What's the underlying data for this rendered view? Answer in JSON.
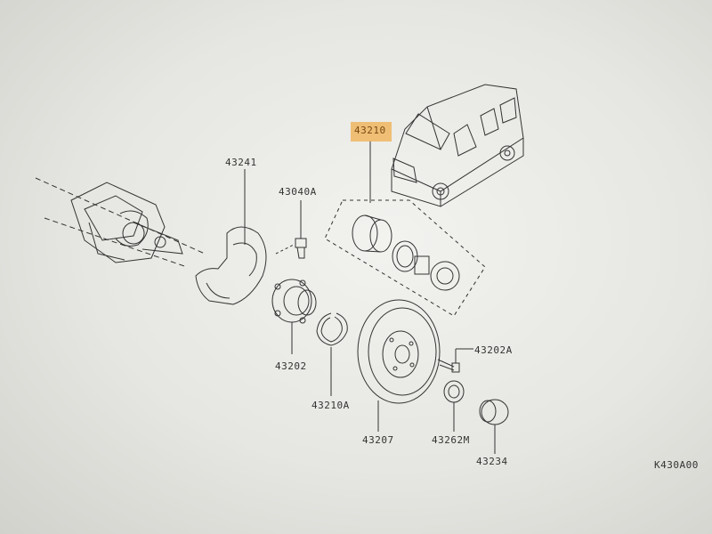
{
  "parts": {
    "p43241": "43241",
    "p43040A": "43040A",
    "p43210": "43210",
    "p43202": "43202",
    "p43210A": "43210A",
    "p43207": "43207",
    "p43202A": "43202A",
    "p43262M": "43262M",
    "p43234": "43234"
  },
  "drawing_code": "K430A00",
  "highlight_color": "#f0b660"
}
